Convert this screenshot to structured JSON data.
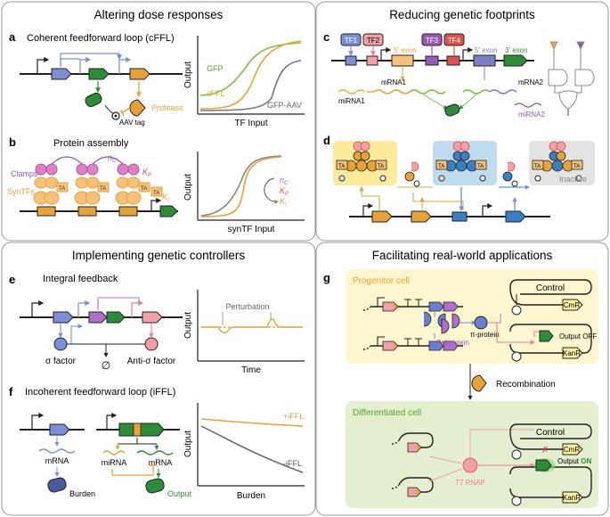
{
  "sections": {
    "s1": "Altering dose responses",
    "s2": "Reducing genetic footprints",
    "s3": "Implementing genetic controllers",
    "s4": "Facilitating real-world applications"
  },
  "panel_letters": {
    "a": "a",
    "b": "b",
    "c": "c",
    "d": "d",
    "e": "e",
    "f": "f",
    "g": "g"
  },
  "a": {
    "title": "Coherent feedforward loop (cFFL)",
    "protease": "Protease",
    "aav": "AAV tag",
    "plot": {
      "ylabel": "Output",
      "xlabel": "TF Input",
      "gfp": "GFP",
      "cffl": "cFFL",
      "gfp_aav": "GFP-AAV"
    }
  },
  "b": {
    "title": "Protein assembly",
    "clamps": "Clamps",
    "syntfs": "SynTFs",
    "ta": "TA",
    "nc": "n",
    "nc_sub": "C",
    "kp": "K",
    "kp_sub": "P",
    "ki": "K",
    "ki_sub": "I",
    "plot": {
      "ylabel": "Output",
      "xlabel": "synTF Input"
    }
  },
  "c": {
    "tf1": "TF1",
    "tf2": "TF2",
    "tf3": "TF3",
    "tf4": "TF4",
    "exon5a": "5' exon",
    "exon5b": "5' exon",
    "exon3": "3' exon",
    "mirna1": "miRNA1",
    "mrna1": "mRNA1",
    "mrna2": "mRNA2",
    "mirna2": "miRNA2"
  },
  "d": {
    "ta": "TA",
    "inactive": "Inactive"
  },
  "e": {
    "title": "Integral feedback",
    "sigma": "σ factor",
    "antisigma": "Anti-σ factor",
    "empty": "∅",
    "plot": {
      "ylabel": "Output",
      "xlabel": "Time",
      "perturbation": "Perturbation"
    }
  },
  "f": {
    "title": "Incoherent feedforward loop (iFFL)",
    "mrna_left": "mRNA",
    "mirna": "miRNA",
    "mrna_right": "mRNA",
    "burden": "Burden",
    "output": "Output",
    "plot": {
      "ylabel": "Output",
      "xlabel": "Burden",
      "plus": "+iFFL",
      "minus": "-iFFL"
    }
  },
  "g": {
    "progenitor": "Progenitor cell",
    "differentiated": "Differentiated cell",
    "control1": "Control",
    "cmr1": "CmR",
    "output_off": "Output OFF",
    "kanr1": "KanR",
    "split_intein": "Split intein",
    "pi_protein": "π-protein",
    "recombination": "Recombination",
    "control2": "Control",
    "cmr2": "CmR",
    "output_on_a": "Output",
    "output_on_b": "ON",
    "kanr2": "KanR",
    "t7": "T7 RNAP"
  },
  "colors": {
    "blue": "#7b8fd6",
    "green": "#2e8b3a",
    "orange": "#e8a23a",
    "pink": "#f2a0a8",
    "purple": "#9b59b6",
    "red": "#d9534f",
    "gray": "#777777",
    "yellow_bg": "#fdf6cf",
    "green_bg": "#e3efcf"
  }
}
